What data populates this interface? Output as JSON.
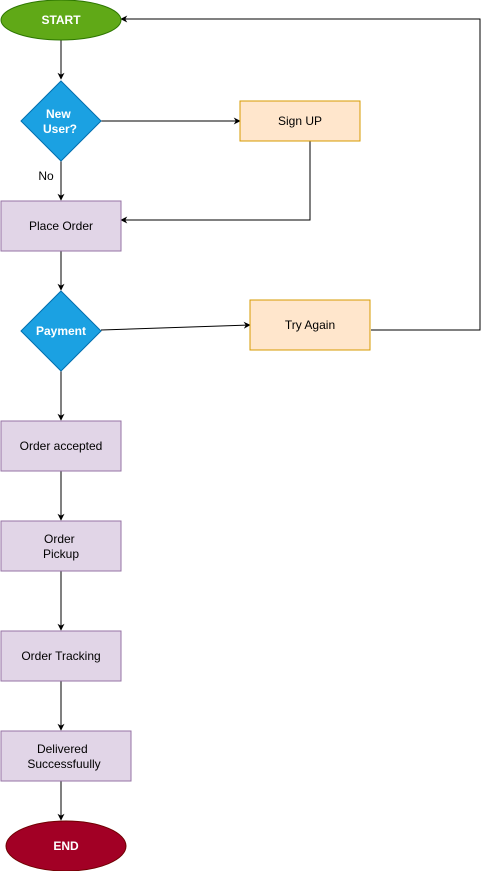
{
  "nodes": {
    "start": {
      "label": "START",
      "fill": "#60a917",
      "stroke": "#2d7600",
      "text_color": "#ffffff"
    },
    "new_user": {
      "lines": [
        "New",
        "User?"
      ],
      "fill": "#1ba1e2",
      "stroke": "#006eaf",
      "text_color": "#ffffff"
    },
    "sign_up": {
      "label": "Sign UP",
      "fill": "#ffe6cc",
      "stroke": "#d79b00"
    },
    "place_order": {
      "label": "Place Order",
      "fill": "#e1d5e7",
      "stroke": "#9673a6"
    },
    "payment": {
      "label": "Payment",
      "fill": "#1ba1e2",
      "stroke": "#006eaf",
      "text_color": "#ffffff"
    },
    "try_again": {
      "label": "Try Again",
      "fill": "#ffe6cc",
      "stroke": "#d79b00"
    },
    "order_accepted": {
      "label": "Order accepted",
      "fill": "#e1d5e7",
      "stroke": "#9673a6"
    },
    "order_pickup": {
      "lines": [
        "Order",
        "Pickup"
      ],
      "fill": "#e1d5e7",
      "stroke": "#9673a6"
    },
    "order_tracking": {
      "label": "Order Tracking",
      "fill": "#e1d5e7",
      "stroke": "#9673a6"
    },
    "delivered": {
      "lines": [
        "Delivered",
        "Successfuully"
      ],
      "fill": "#e1d5e7",
      "stroke": "#9673a6"
    },
    "end": {
      "label": "END",
      "fill": "#a20025",
      "stroke": "#6f0000",
      "text_color": "#ffffff"
    }
  },
  "edge_labels": {
    "no": "No"
  },
  "colors": {
    "edge": "#000000",
    "text": "#000000"
  }
}
